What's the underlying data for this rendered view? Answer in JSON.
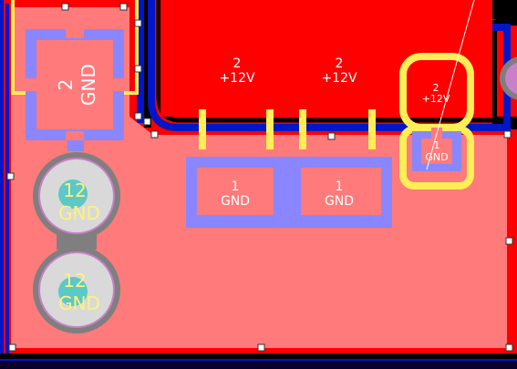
{
  "pads": {
    "top_left_pad": {
      "number": "2",
      "net": "GND"
    },
    "hole_upper": {
      "number": "12",
      "net": "GND"
    },
    "hole_lower": {
      "number": "12",
      "net": "GND"
    },
    "ldo_left_top": {
      "number": "2",
      "net": "+12V"
    },
    "ldo_right_top": {
      "number": "2",
      "net": "+12V"
    },
    "ldo_left_bottom": {
      "number": "1",
      "net": "GND"
    },
    "ldo_right_bottom": {
      "number": "1",
      "net": "GND"
    },
    "connector_top": {
      "number": "2",
      "net": "+12V"
    },
    "connector_bottom": {
      "number": "1",
      "net": "GND"
    }
  },
  "colors": {
    "background": "#06002a",
    "top_copper": "#ff0000",
    "bottom_copper_fill": "#ff7a7a",
    "pad": "#8a86ff",
    "silkscreen": "#ffee55",
    "board_outline": "#0016c8",
    "hole": "#d9d9d9",
    "hole_ring": "#7f7f7f",
    "drill": "#5cc8c8"
  }
}
